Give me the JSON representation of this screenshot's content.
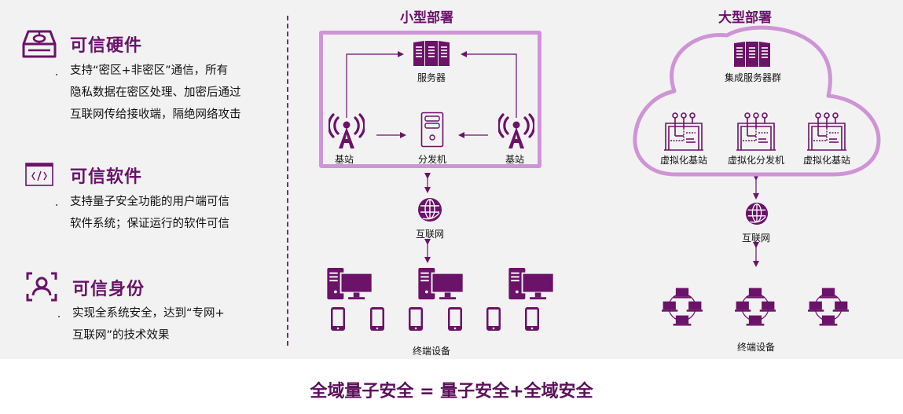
{
  "features": [
    {
      "icon": "hardware-icon",
      "title": "可信硬件",
      "desc_lines": [
        "支持“密区+非密区”通信，所有",
        "隐私数据在密区处理、加密后通过",
        "互联网传给接收端，隔绝网络攻击"
      ]
    },
    {
      "icon": "code-window-icon",
      "title": "可信软件",
      "desc_lines": [
        "支持量子安全功能的用户端可信",
        "软件系统；保证运行的软件可信"
      ]
    },
    {
      "icon": "identity-scan-icon",
      "title": "可信身份",
      "desc_lines": [
        "实现全系统安全，达到“专网+",
        "互联网”的技术效果"
      ]
    }
  ],
  "small_deployment": {
    "title": "小型部署",
    "server_label": "服务器",
    "base_station_left_label": "基站",
    "distributor_label": "分发机",
    "base_station_right_label": "基站",
    "internet_label": "互联网",
    "terminals_label": "终端设备"
  },
  "large_deployment": {
    "title": "大型部署",
    "server_cluster_label": "集成服务器群",
    "virtual_nodes": [
      "虚拟化基站",
      "虚拟化分发机",
      "虚拟化基站"
    ],
    "internet_label": "互联网",
    "terminals_label": "终端设备"
  },
  "footer": {
    "formula": "全域量子安全 = 量子安全+全域安全"
  },
  "colors": {
    "accent": "#6b1269",
    "light_accent": "#cf94d6",
    "background": "#f2f2f2"
  }
}
